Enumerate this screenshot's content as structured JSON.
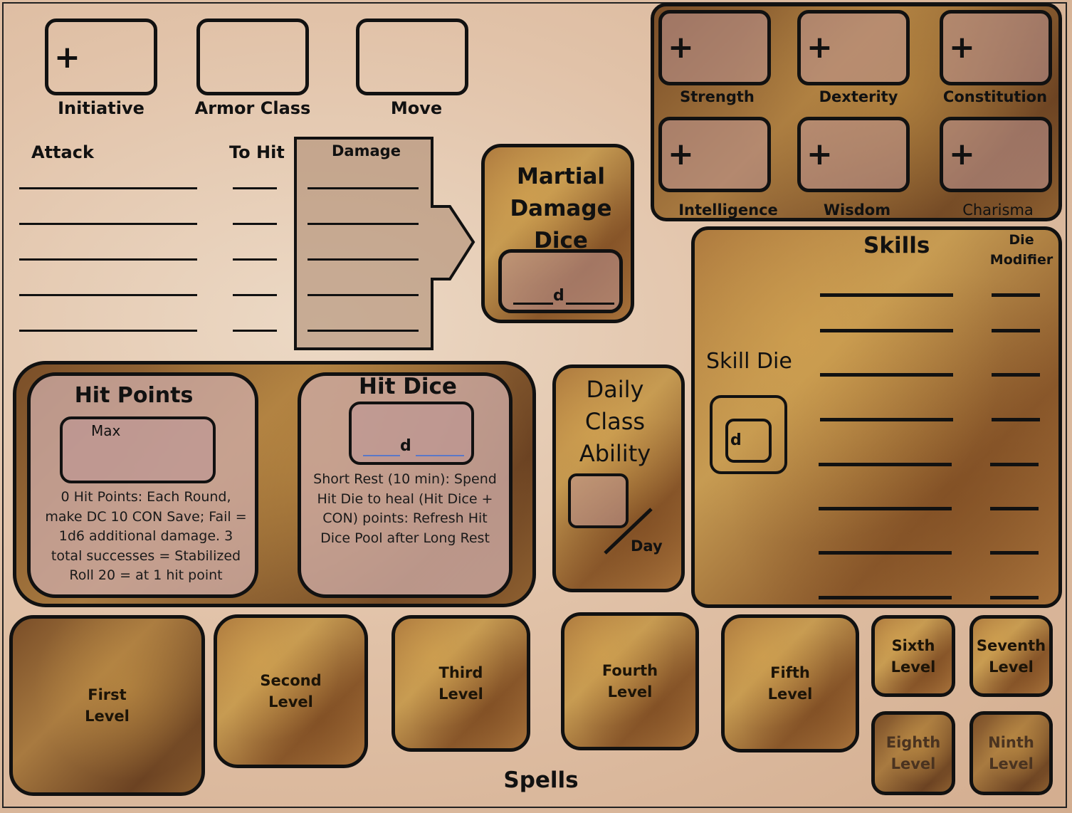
{
  "combat": {
    "initiative": "Initiative",
    "armor_class": "Armor Class",
    "move": "Move",
    "plus": "+"
  },
  "attacks": {
    "attack_header": "Attack",
    "to_hit_header": "To Hit",
    "damage_header": "Damage"
  },
  "martial": {
    "title": "Martial Damage Dice",
    "dice_letter": "d"
  },
  "abilities": [
    "Strength",
    "Dexterity",
    "Constitution",
    "Intelligence",
    "Wisdom",
    "Charisma"
  ],
  "skills": {
    "title": "Skills",
    "die_modifier": "Die Modifier",
    "skill_die": "Skill Die",
    "dice_letter": "d"
  },
  "hit_points": {
    "title": "Hit Points",
    "max_label": "Max",
    "rules": "0 Hit Points:  Each Round, make DC 10 CON Save; Fail = 1d6 additional damage. 3 total successes = Stabilized Roll 20 =  at 1 hit point"
  },
  "hit_dice": {
    "title": "Hit Dice",
    "dice_letter": "d",
    "rules": "Short Rest (10 min):  Spend Hit Die to heal  (Hit Dice + CON) points: Refresh  Hit Dice Pool after Long Rest"
  },
  "daily": {
    "title": "Daily Class Ability",
    "per_day": "Day"
  },
  "spells": {
    "title": "Spells",
    "levels": [
      "First\nLevel",
      "Second\nLevel",
      "Third\nLevel",
      "Fourth\nLevel",
      "Fifth\nLevel",
      "Sixth\nLevel",
      "Seventh\nLevel",
      "Eighth\nLevel",
      "Ninth\nLevel"
    ]
  },
  "colors": {
    "ink": "#111111",
    "parchment": "#e1c2a8",
    "leather": "#a8743c",
    "blue_rule": "#5a78c8"
  }
}
